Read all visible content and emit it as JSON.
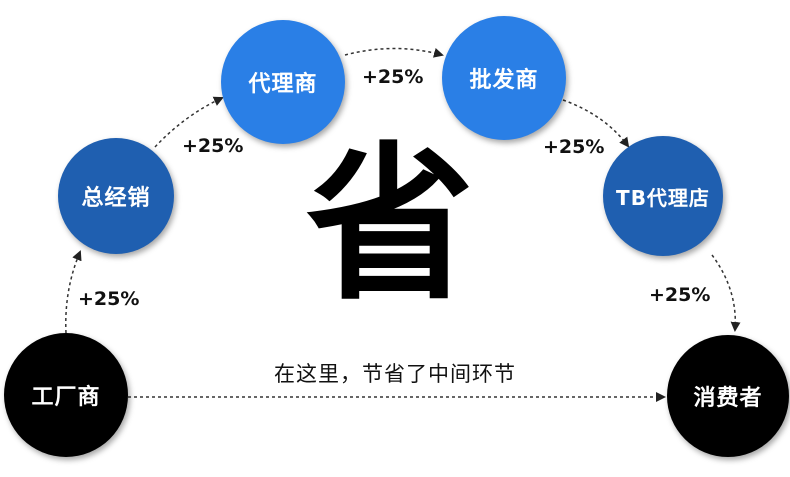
{
  "nodes": {
    "factory": {
      "label": "工厂商",
      "color": "#000000"
    },
    "general_distributor": {
      "label": "总经销",
      "color": "#1f5fb0"
    },
    "agent": {
      "label": "代理商",
      "color": "#2a7fe6"
    },
    "wholesaler": {
      "label": "批发商",
      "color": "#2a7fe6"
    },
    "tb_agent_store": {
      "label": "TB代理店",
      "color": "#1f5fb0"
    },
    "consumer": {
      "label": "消费者",
      "color": "#000000"
    }
  },
  "markups": {
    "factory_to_distributor": "+25%",
    "distributor_to_agent": "+25%",
    "agent_to_wholesaler": "+25%",
    "wholesaler_to_tb": "+25%",
    "tb_to_consumer": "+25%"
  },
  "center_char": "省",
  "caption": "在这里，节省了中间环节"
}
